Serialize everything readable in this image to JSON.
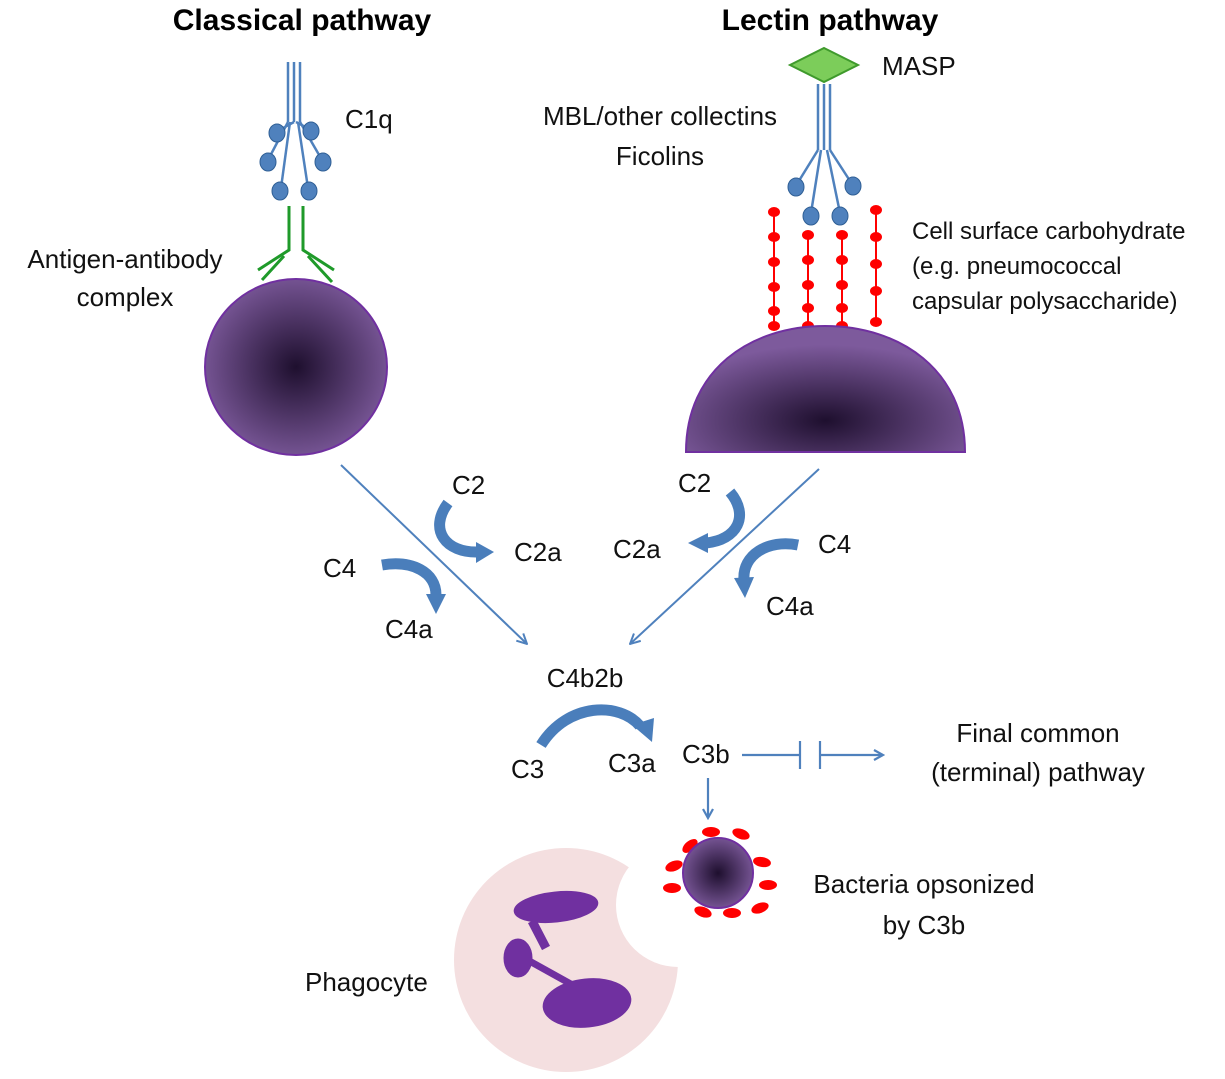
{
  "titles": {
    "classical": "Classical pathway",
    "lectin": "Lectin pathway"
  },
  "labels": {
    "c1q": "C1q",
    "antigen_line1": "Antigen-antibody",
    "antigen_line2": "complex",
    "masp": "MASP",
    "mbl_line1": "MBL/other collectins",
    "mbl_line2": "Ficolins",
    "carb_line1": "Cell surface carbohydrate",
    "carb_line2": "(e.g. pneumococcal",
    "carb_line3": "capsular polysaccharide)",
    "left_c2": "C2",
    "left_c2a": "C2a",
    "left_c4": "C4",
    "left_c4a": "C4a",
    "right_c2": "C2",
    "right_c2a": "C2a",
    "right_c4": "C4",
    "right_c4a": "C4a",
    "c4b2b": "C4b2b",
    "c3": "C3",
    "c3a": "C3a",
    "c3b": "C3b",
    "final_line1": "Final common",
    "final_line2": "(terminal) pathway",
    "bacteria_line1": "Bacteria opsonized",
    "bacteria_line2": "by C3b",
    "phagocyte": "Phagocyte"
  },
  "colors": {
    "antibody_blue": "#4f81bd",
    "curved_arrow_blue": "#4a7ebb",
    "antibody_green": "#1f9a2a",
    "carbohydrate_red": "#ff0000",
    "masp_green": "#7ccd5a",
    "cell_purple": "#5b3a7a",
    "phagocyte_pink": "#f4dfe0",
    "nucleus_purple": "#7030a0"
  }
}
